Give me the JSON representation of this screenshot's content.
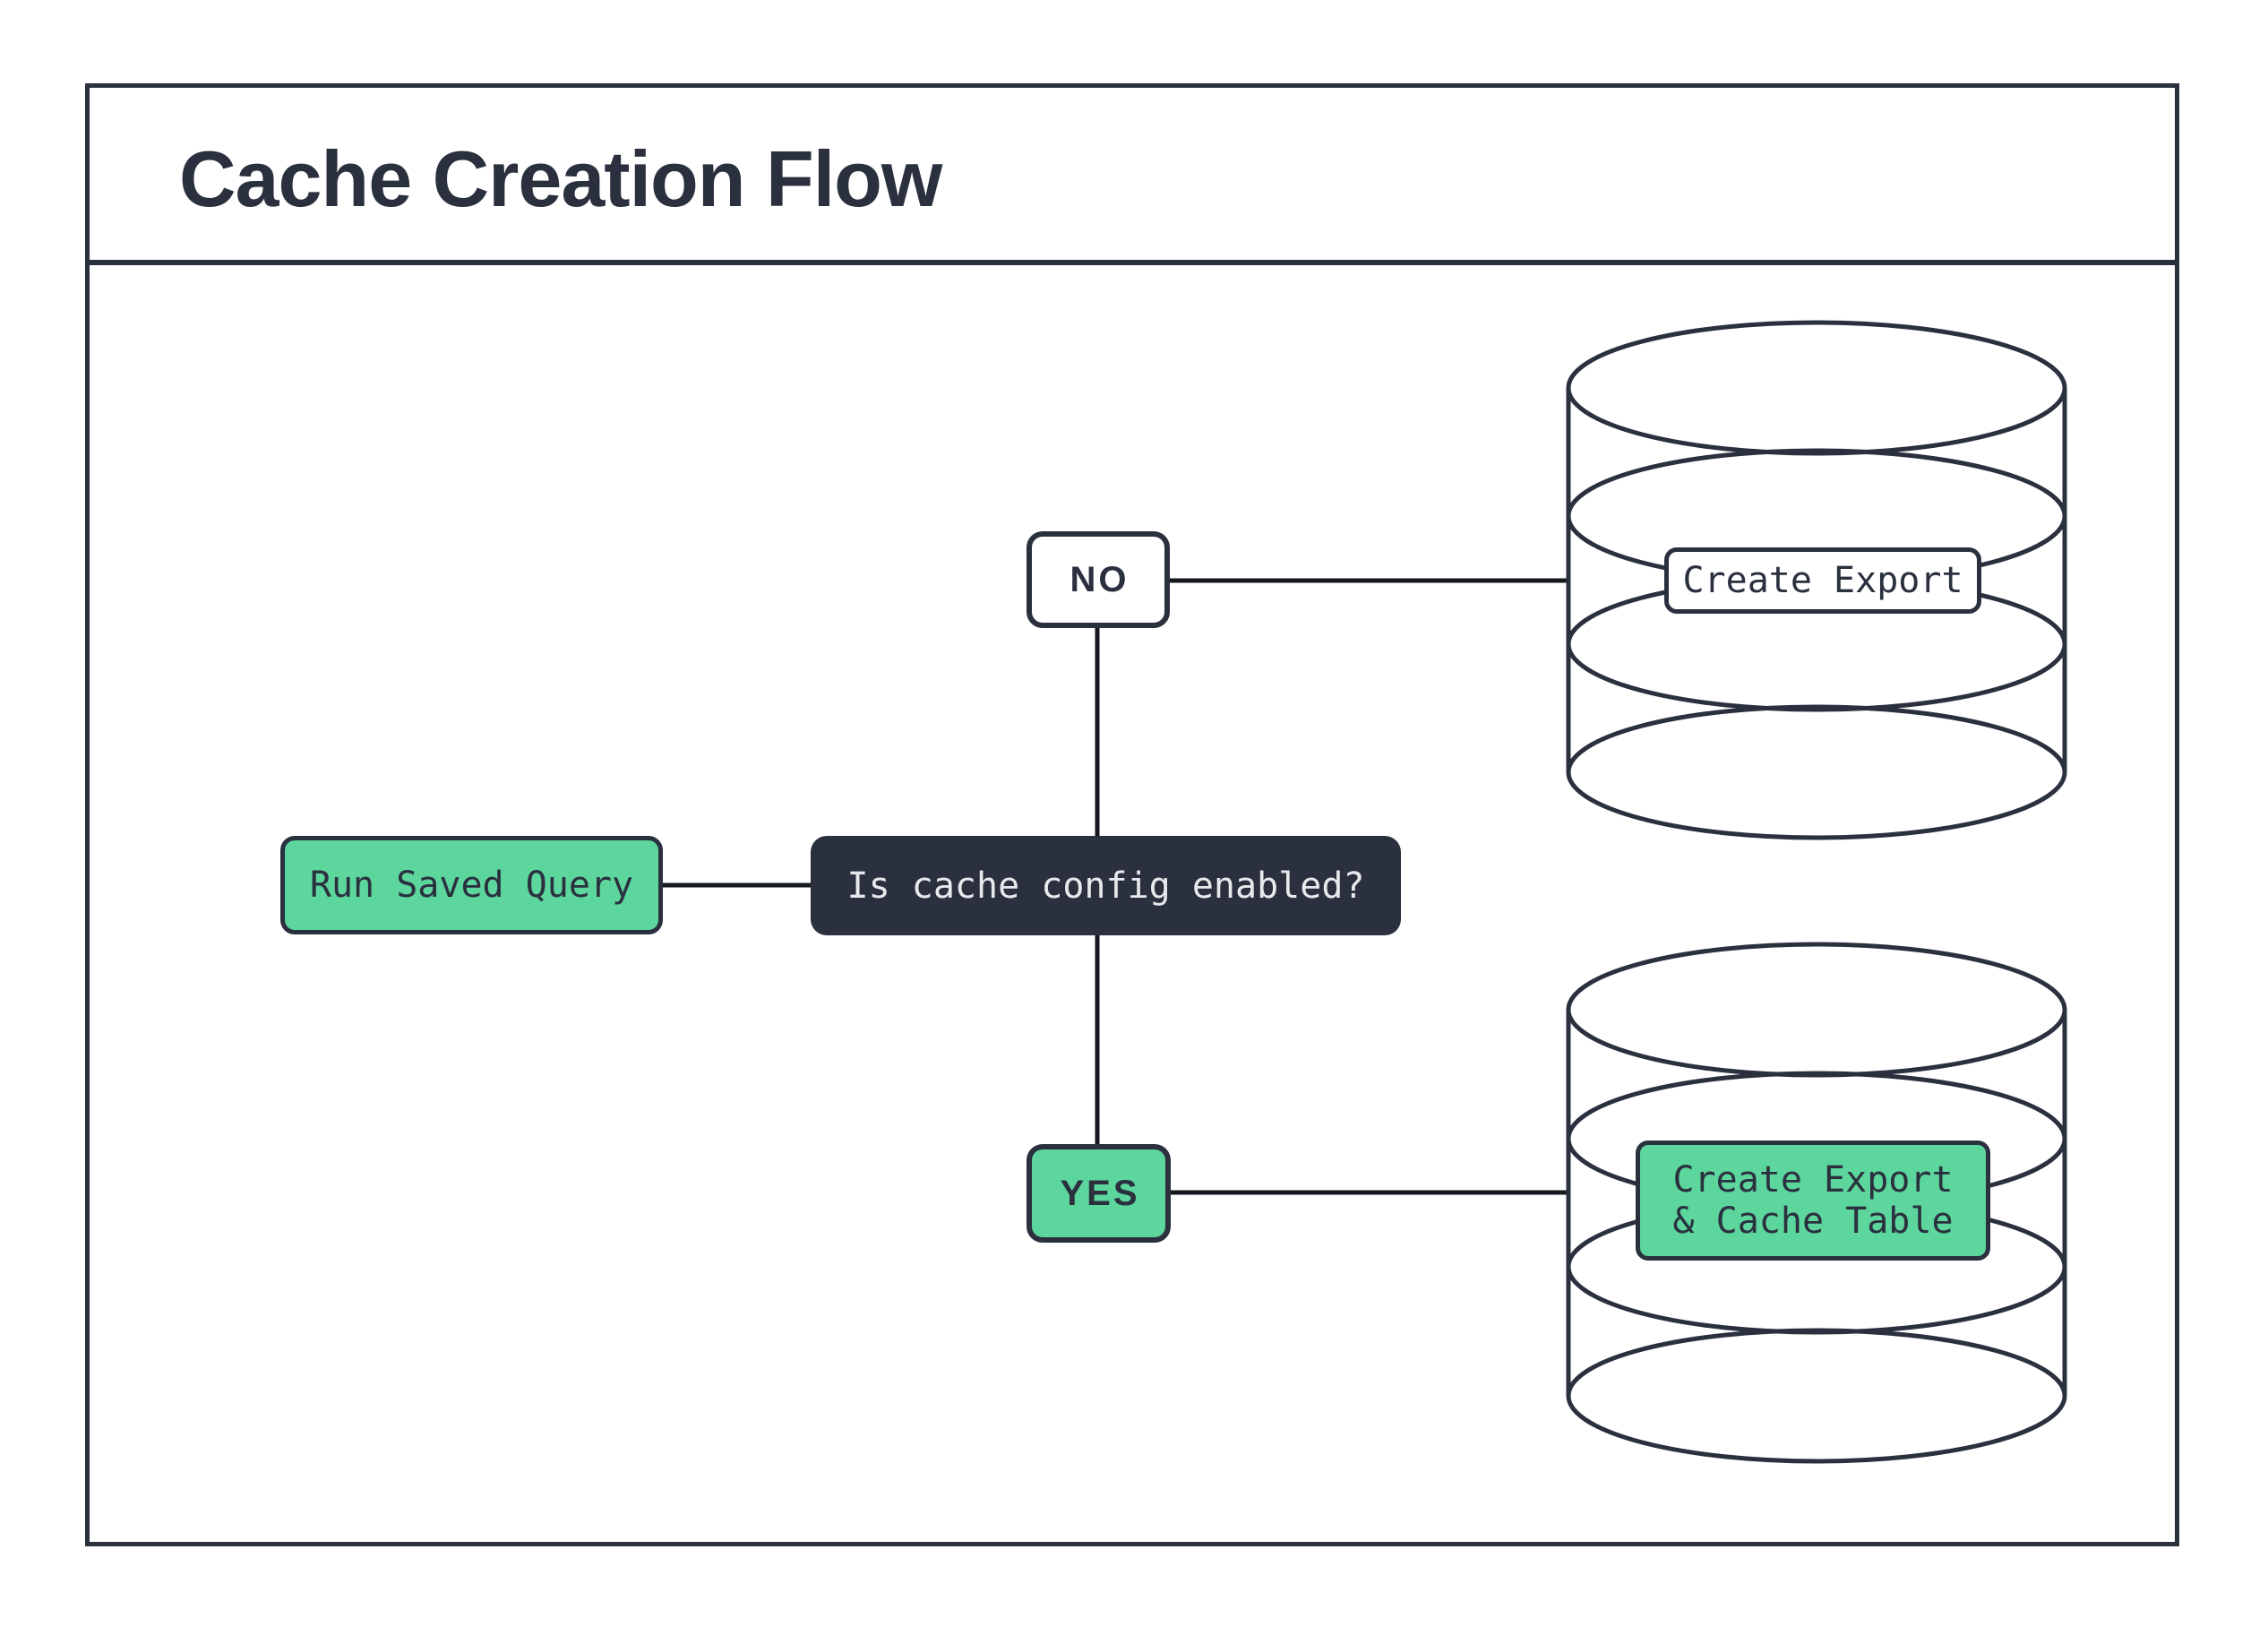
{
  "title": "Cache Creation Flow",
  "colors": {
    "accent_green": "#5cd69d",
    "dark_navy": "#2b303f",
    "connector_black": "#15181f",
    "light_text": "#e8e9ec",
    "background": "#ffffff"
  },
  "diagram": {
    "type": "flowchart",
    "nodes": [
      {
        "id": "start",
        "label": "Run Saved Query",
        "shape": "rounded-rect",
        "style": "green"
      },
      {
        "id": "decision",
        "label": "Is cache config enabled?",
        "shape": "rounded-rect",
        "style": "dark"
      },
      {
        "id": "no",
        "label": "NO",
        "shape": "rounded-rect",
        "style": "white"
      },
      {
        "id": "yes",
        "label": "YES",
        "shape": "rounded-rect",
        "style": "green"
      },
      {
        "id": "export-db",
        "label": "Create Export",
        "shape": "database-cylinder",
        "label_style": "white"
      },
      {
        "id": "export-cache-db",
        "label": "Create Export & Cache Table",
        "label_lines": [
          "Create Export",
          "& Cache Table"
        ],
        "shape": "database-cylinder",
        "label_style": "green"
      }
    ],
    "edges": [
      {
        "from": "start",
        "to": "decision"
      },
      {
        "from": "decision",
        "to": "no"
      },
      {
        "from": "no",
        "to": "export-db"
      },
      {
        "from": "decision",
        "to": "yes"
      },
      {
        "from": "yes",
        "to": "export-cache-db"
      }
    ]
  }
}
